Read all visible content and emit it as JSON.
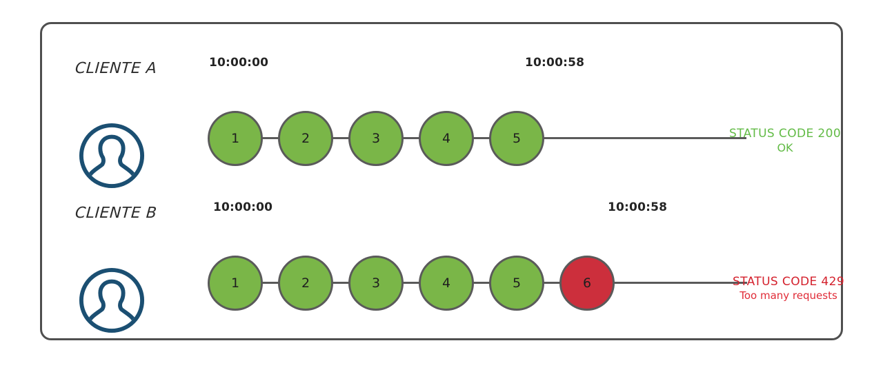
{
  "diagram": {
    "title": "Rate limiting client request timeline",
    "colors": {
      "node_ok": "#7ab648",
      "node_error": "#cc2f3c",
      "node_stroke": "#5a5a5a",
      "avatar": "#1b4f72",
      "status_ok": "#62bb46",
      "status_error": "#d4202c",
      "panel_border": "#4f4f4f"
    },
    "rows": [
      {
        "id": "cliente-a",
        "label": "CLIENTE A",
        "avatar_icon": "user-avatar-icon",
        "start_time": "10:00:00",
        "end_time": "10:00:58",
        "nodes": [
          {
            "label": "1",
            "state": "ok"
          },
          {
            "label": "2",
            "state": "ok"
          },
          {
            "label": "3",
            "state": "ok"
          },
          {
            "label": "4",
            "state": "ok"
          },
          {
            "label": "5",
            "state": "ok"
          }
        ],
        "status": {
          "line1": "STATUS CODE 200",
          "line2": "OK",
          "state": "ok"
        }
      },
      {
        "id": "cliente-b",
        "label": "CLIENTE B",
        "avatar_icon": "user-avatar-icon",
        "start_time": "10:00:00",
        "end_time": "10:00:58",
        "nodes": [
          {
            "label": "1",
            "state": "ok"
          },
          {
            "label": "2",
            "state": "ok"
          },
          {
            "label": "3",
            "state": "ok"
          },
          {
            "label": "4",
            "state": "ok"
          },
          {
            "label": "5",
            "state": "ok"
          },
          {
            "label": "6",
            "state": "error"
          }
        ],
        "status": {
          "line1": "STATUS CODE 429",
          "line2": "Too many requests",
          "state": "error"
        }
      }
    ]
  }
}
